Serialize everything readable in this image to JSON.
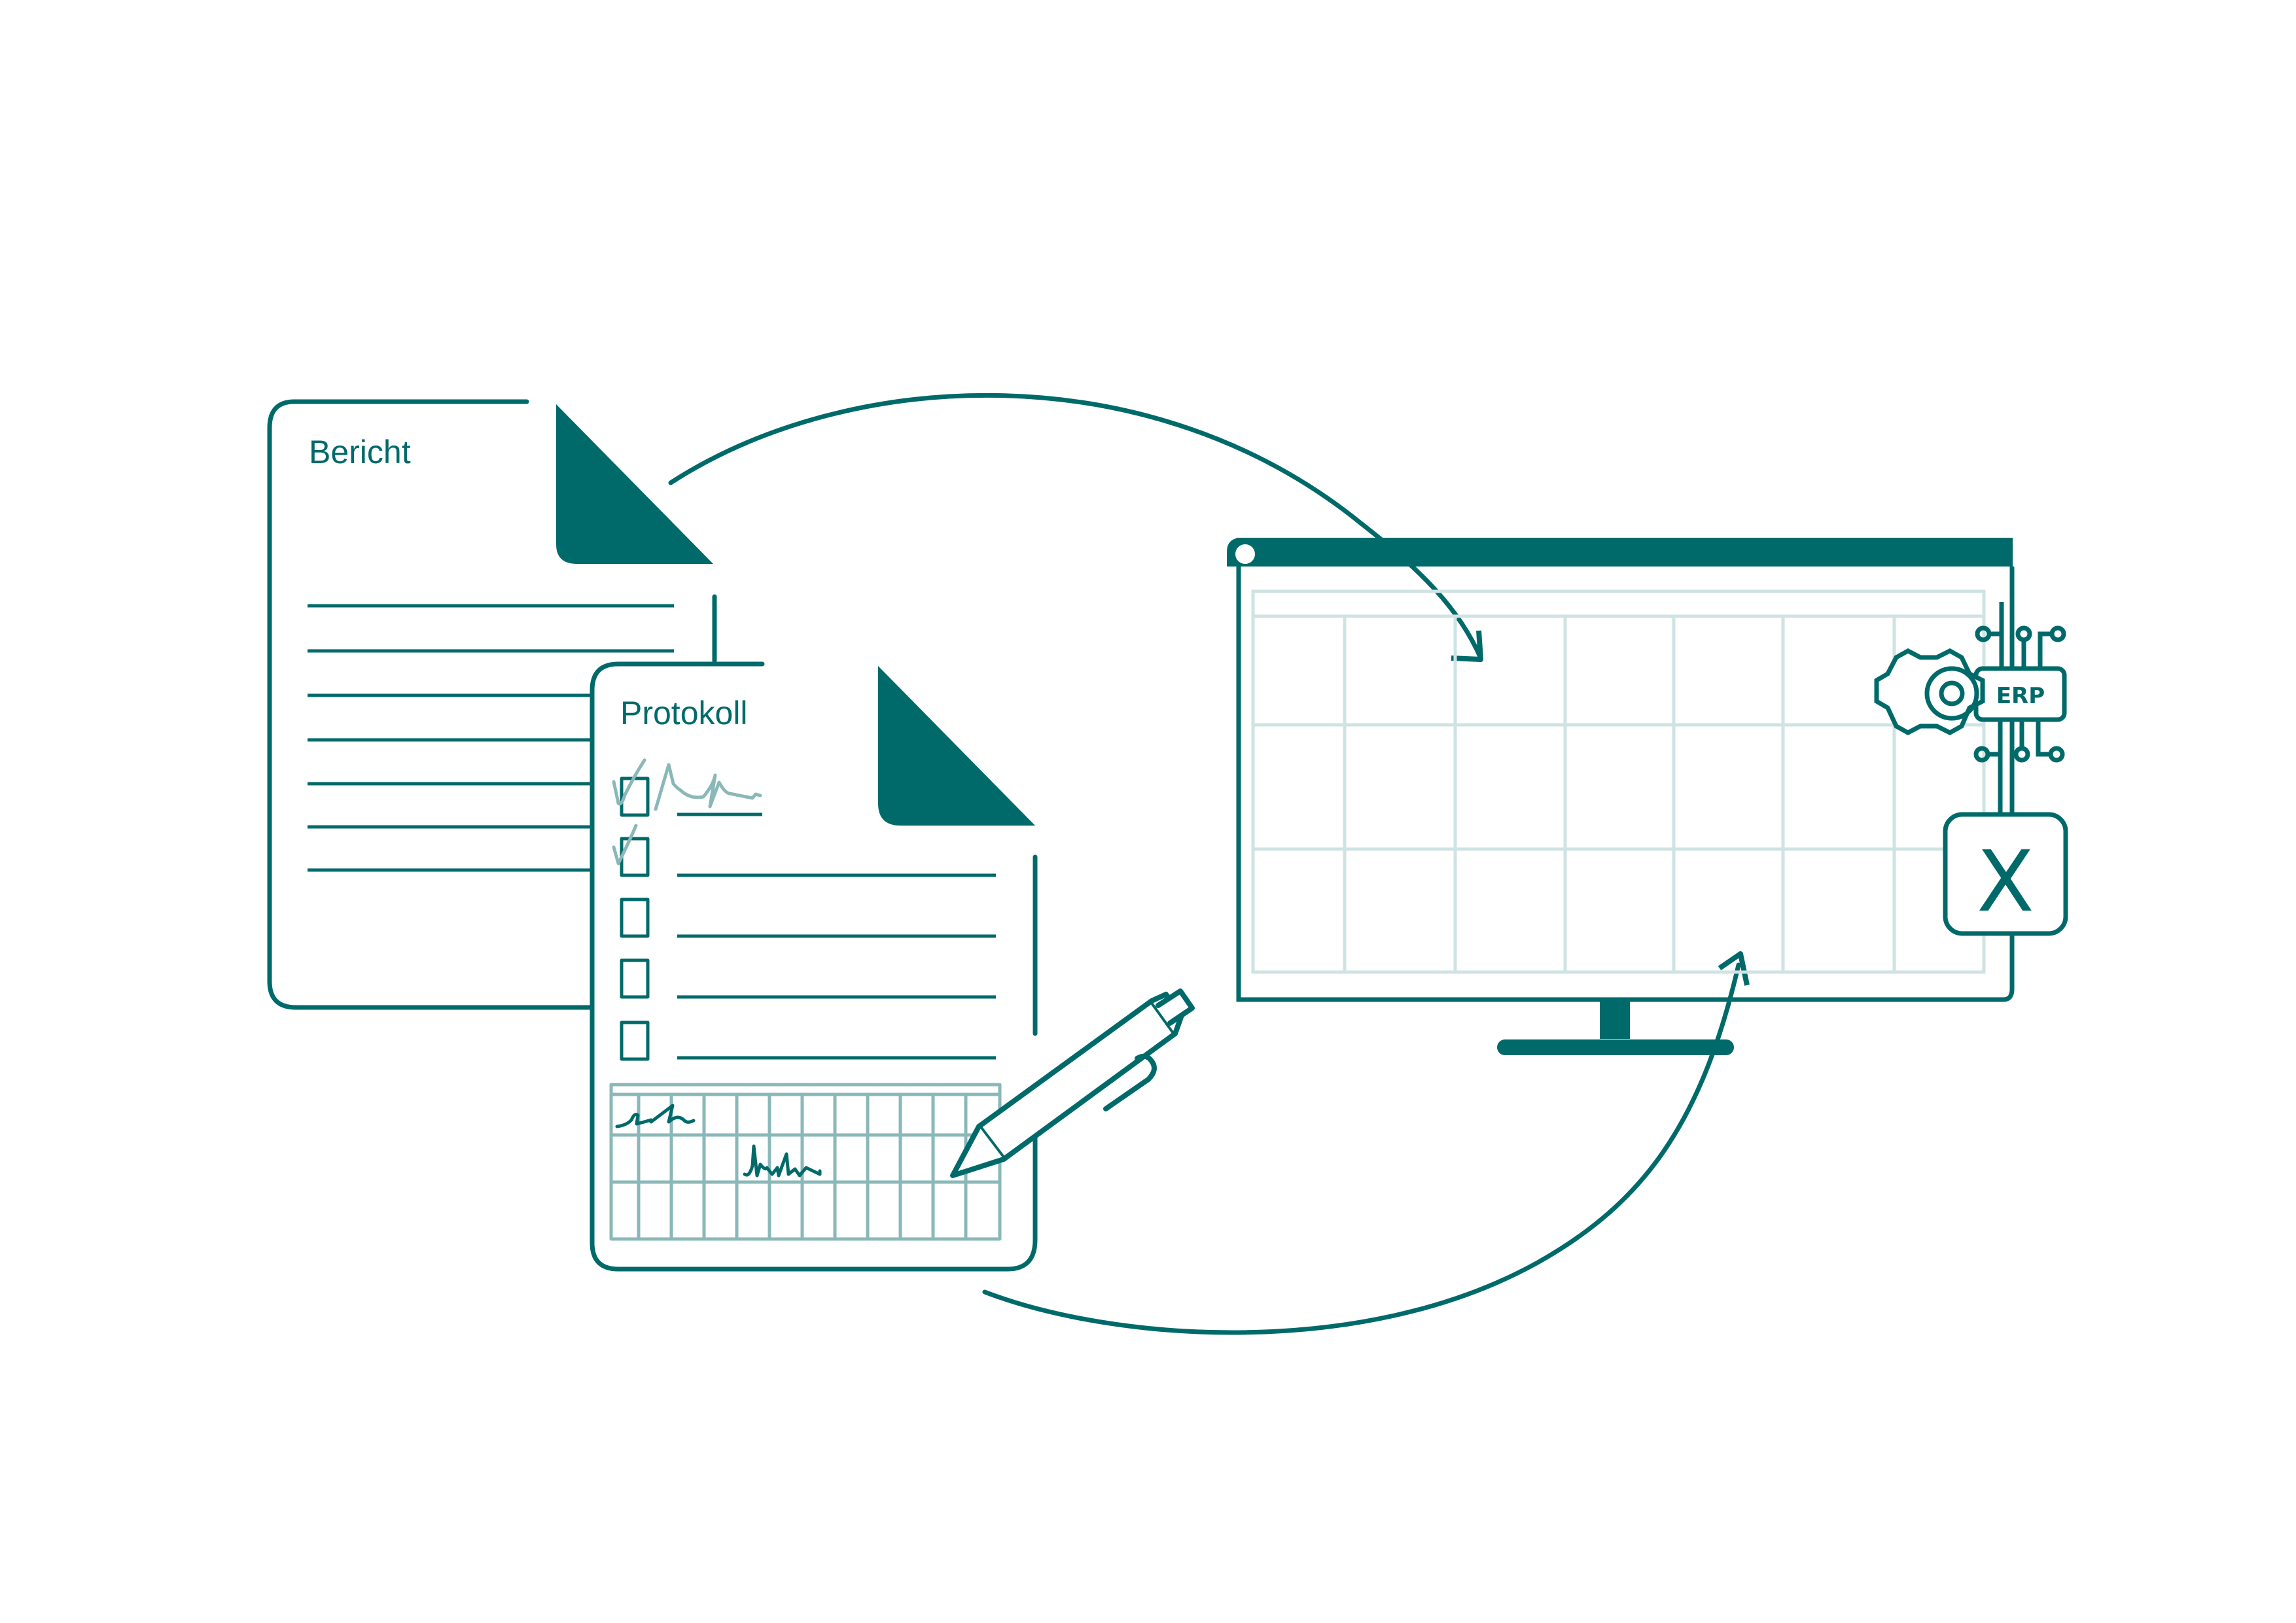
{
  "colors": {
    "primary": "#006a6a",
    "light": "#8ab8b8",
    "grid": "#cfe3e3",
    "background": "#ffffff"
  },
  "documents": [
    {
      "title": "Bericht",
      "icon": "report-document-icon"
    },
    {
      "title": "Protokoll",
      "icon": "protocol-document-icon",
      "checklist": [
        {
          "checked": true
        },
        {
          "checked": true
        },
        {
          "checked": false
        },
        {
          "checked": false
        },
        {
          "checked": false
        }
      ]
    }
  ],
  "monitor": {
    "icon": "spreadsheet-monitor-icon"
  },
  "integrations": [
    {
      "label": "ERP",
      "icon": "erp-gear-icon"
    },
    {
      "label": "X",
      "icon": "excel-icon"
    }
  ],
  "flow": {
    "icons": [
      "arrow-to-monitor-icon",
      "arrow-from-documents-icon",
      "pen-icon"
    ]
  }
}
